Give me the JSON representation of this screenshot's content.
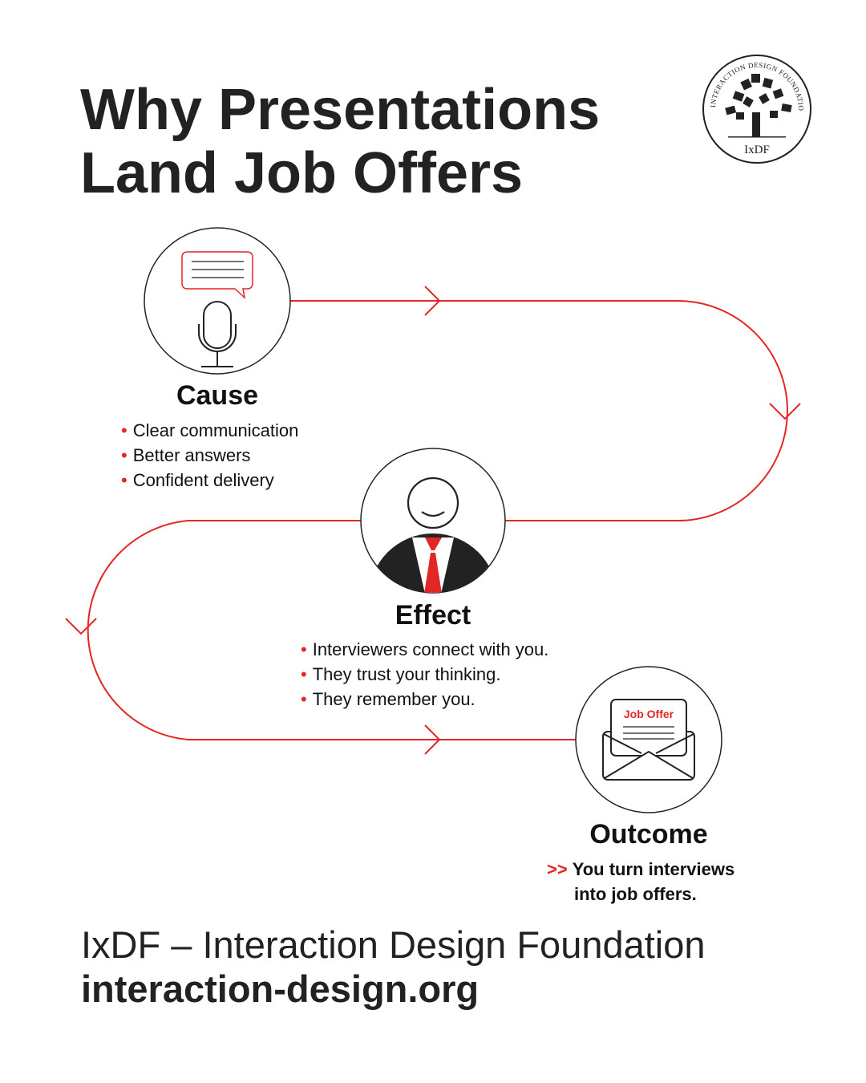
{
  "title": {
    "line1": "Why Presentations",
    "line2": "Land Job Offers"
  },
  "logo": {
    "ring_text": "INTERACTION DESIGN FOUNDATION",
    "short": "IxDF",
    "icon": "tree-of-books-icon"
  },
  "colors": {
    "accent": "#e32626",
    "dark": "#222222"
  },
  "cause": {
    "heading": "Cause",
    "icon": "microphone-speech-bubble-icon",
    "items": [
      "Clear communication",
      "Better answers",
      "Confident delivery"
    ]
  },
  "effect": {
    "heading": "Effect",
    "icon": "smiling-person-with-tie-icon",
    "items": [
      "Interviewers connect with you.",
      "They trust your thinking.",
      "They remember you."
    ]
  },
  "outcome": {
    "heading": "Outcome",
    "icon": "envelope-letter-icon",
    "letter_label": "Job Offer",
    "prefix": ">>",
    "line1": "You turn interviews",
    "line2": "into job offers."
  },
  "footer": {
    "org": "IxDF – Interaction Design Foundation",
    "url": "interaction-design.org"
  }
}
